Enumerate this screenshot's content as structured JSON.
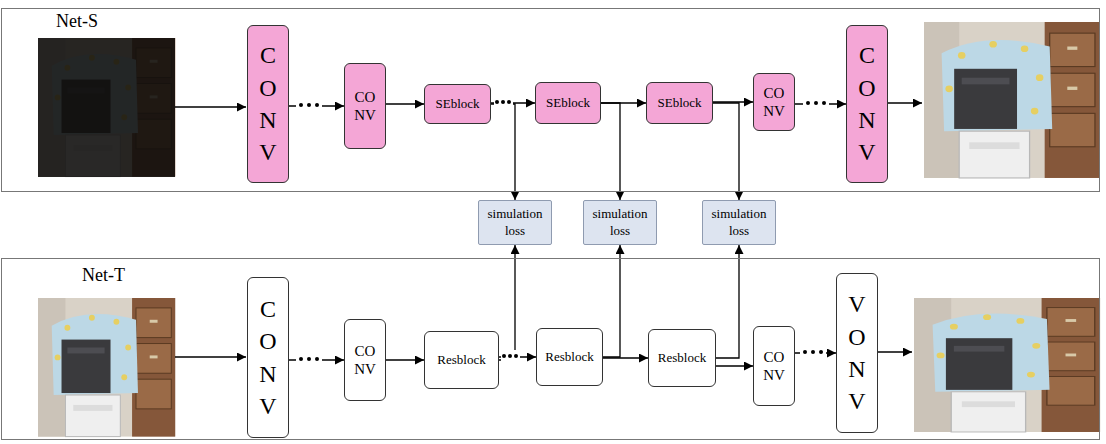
{
  "diagram": {
    "nodes": [
      {
        "text": [
          "Net-S"
        ]
      },
      {
        "text": [
          "C O N V"
        ],
        "in": 0
      },
      {
        "text": [
          "CO NV"
        ],
        "in": 0
      },
      {
        "text": [
          "SEblock"
        ],
        "in": 0
      },
      {
        "text": [
          "SEblock"
        ],
        "in": 0
      },
      {
        "text": [
          "SEblock"
        ],
        "in": 0
      },
      {
        "text": [
          "CO NV"
        ],
        "in": 0
      },
      {
        "text": [
          "C O N V"
        ],
        "in": 0
      },
      {
        "text": [
          "simulation loss"
        ]
      },
      {
        "text": [
          "simulation loss"
        ]
      },
      {
        "text": [
          "simulation loss"
        ]
      },
      {
        "text": [
          "Net-T"
        ]
      },
      {
        "text": [
          "C O N V"
        ],
        "in": 11
      },
      {
        "text": [
          "CO NV"
        ],
        "in": 11
      },
      {
        "text": [
          "Resblock"
        ],
        "in": 11
      },
      {
        "text": [
          "Resblock"
        ],
        "in": 11
      },
      {
        "text": [
          "Resblock"
        ],
        "in": 11
      },
      {
        "text": [
          "CO NV"
        ],
        "in": 11
      },
      {
        "text": [
          "V O N V"
        ],
        "in": 11
      }
    ],
    "edges": [
      {
        "from": 1,
        "to": 2,
        "arrow": "to"
      },
      {
        "from": 2,
        "to": 3,
        "arrow": "to"
      },
      {
        "from": 3,
        "to": 4,
        "arrow": "to"
      },
      {
        "from": 4,
        "to": 5,
        "arrow": "to"
      },
      {
        "from": 5,
        "to": 6,
        "arrow": "to"
      },
      {
        "from": 6,
        "to": 7,
        "arrow": "to"
      },
      {
        "from": 3,
        "to": 8,
        "arrow": "to"
      },
      {
        "from": 4,
        "to": 9,
        "arrow": "to"
      },
      {
        "from": 5,
        "to": 10,
        "arrow": "to"
      },
      {
        "from": 12,
        "to": 13,
        "arrow": "to"
      },
      {
        "from": 13,
        "to": 14,
        "arrow": "to"
      },
      {
        "from": 14,
        "to": 15,
        "arrow": "to"
      },
      {
        "from": 15,
        "to": 16,
        "arrow": "to"
      },
      {
        "from": 16,
        "to": 17,
        "arrow": "to"
      },
      {
        "from": 17,
        "to": 18,
        "arrow": "to"
      },
      {
        "from": 14,
        "to": 8,
        "arrow": "to"
      },
      {
        "from": 15,
        "to": 9,
        "arrow": "to"
      },
      {
        "from": 16,
        "to": 10,
        "arrow": "to"
      }
    ]
  }
}
